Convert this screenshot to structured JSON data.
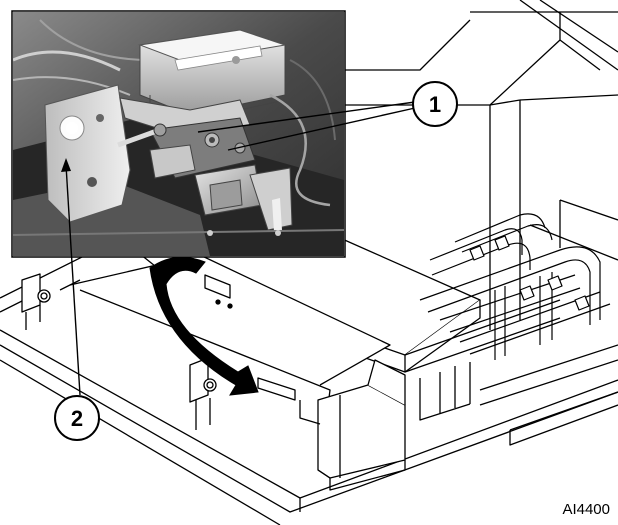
{
  "figure": {
    "callouts": [
      {
        "label": "1"
      },
      {
        "label": "2"
      }
    ],
    "reference_code": "AI4400",
    "photo_inset": {
      "stamp_text": ""
    }
  },
  "colors": {
    "line": "#000000",
    "background": "#ffffff",
    "photo_dark": "#2a2a2a",
    "photo_mid": "#6e6e6e",
    "photo_light": "#d8d8d8"
  }
}
